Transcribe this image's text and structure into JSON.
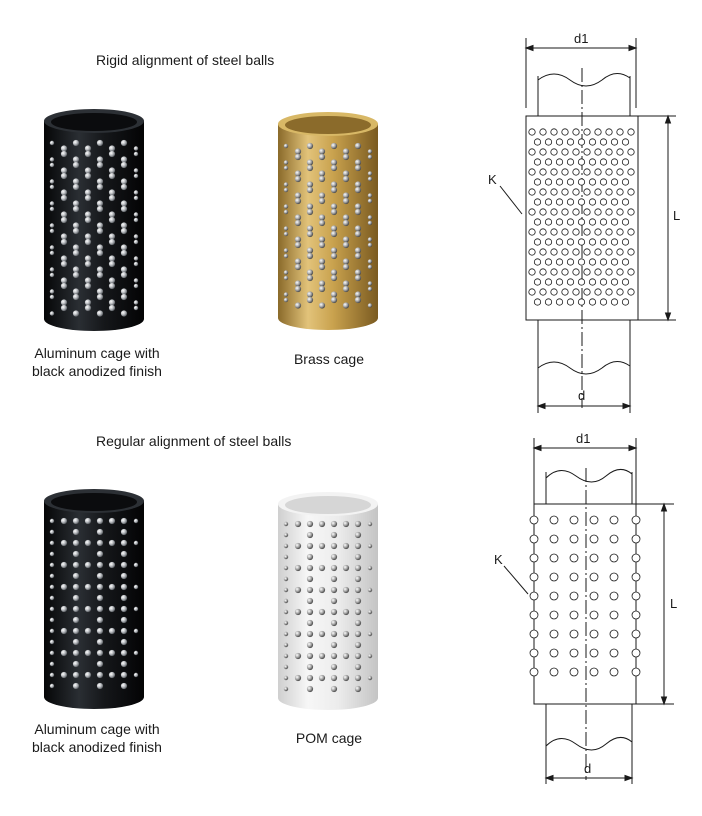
{
  "sections": [
    {
      "heading": "Rigid alignment of steel balls",
      "products": [
        {
          "caption_line1": "Aluminum cage with",
          "caption_line2": "black anodized finish"
        },
        {
          "caption_line1": "Brass cage",
          "caption_line2": ""
        }
      ],
      "drawing": {
        "top_label": "d1",
        "side_label": "L",
        "ball_label": "K",
        "bottom_label": "d"
      }
    },
    {
      "heading": "Regular alignment of steel balls",
      "products": [
        {
          "caption_line1": "Aluminum cage with",
          "caption_line2": "black anodized finish"
        },
        {
          "caption_line1": "POM cage",
          "caption_line2": ""
        }
      ],
      "drawing": {
        "top_label": "d1",
        "side_label": "L",
        "ball_label": "K",
        "bottom_label": "d"
      }
    }
  ],
  "colors": {
    "aluminum_black": "#15171a",
    "brass": "#c9a24e",
    "pom_white": "#ececec",
    "line": "#1a1a1a"
  }
}
